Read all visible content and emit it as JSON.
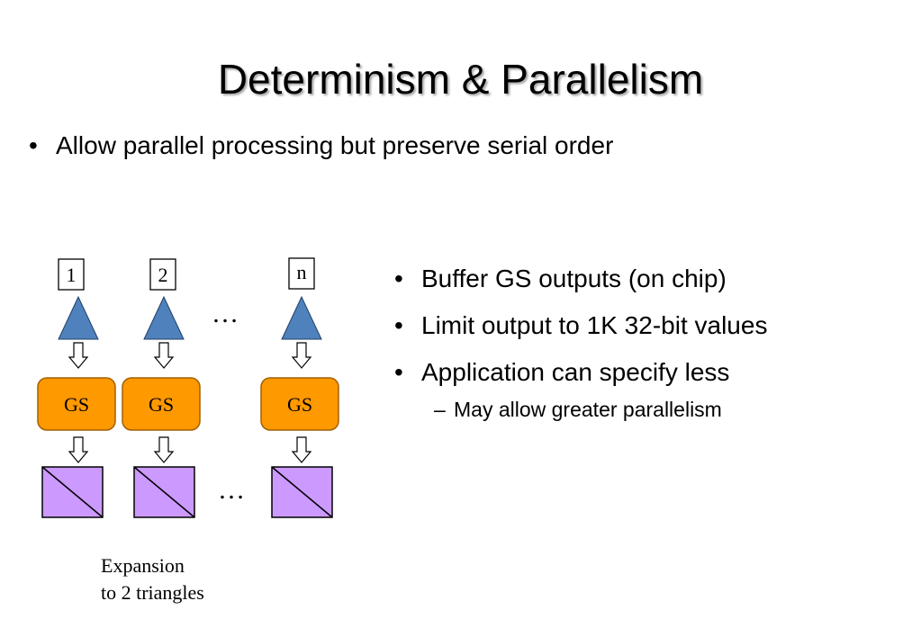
{
  "slide": {
    "title": "Determinism & Parallelism",
    "top_bullet": "Allow parallel processing but preserve serial order",
    "right_bullets": [
      "Buffer GS outputs (on chip)",
      "Limit output to 1K 32-bit values",
      "Application can specify less"
    ],
    "right_sub_bullet": "May allow greater parallelism",
    "bullet_char": "•",
    "dash_char": "–"
  },
  "diagram": {
    "inputs": [
      "1",
      "2",
      "n"
    ],
    "stage_label": "GS",
    "ellipsis": "…",
    "caption_line1": "Expansion",
    "caption_line2": "to 2 triangles",
    "colors": {
      "triangle": "#4f81bd",
      "gs_box": "#ff9900",
      "output_box": "#cc99ff"
    }
  }
}
